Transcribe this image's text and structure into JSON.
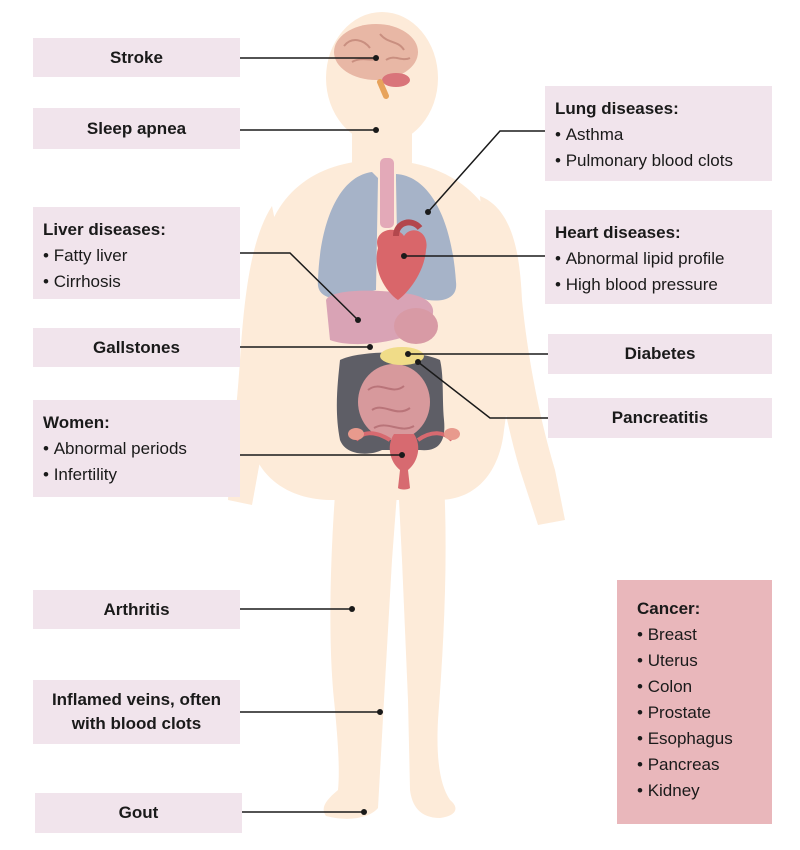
{
  "labels": {
    "stroke": "Stroke",
    "sleep_apnea": "Sleep apnea",
    "gallstones": "Gallstones",
    "arthritis": "Arthritis",
    "inflamed_veins": [
      "Inflamed veins, often",
      "with blood clots"
    ],
    "gout": "Gout",
    "diabetes": "Diabetes",
    "pancreatitis": "Pancreatitis"
  },
  "lists": {
    "liver": {
      "title": "Liver diseases:",
      "items": [
        "Fatty liver",
        "Cirrhosis"
      ]
    },
    "women": {
      "title": "Women:",
      "items": [
        "Abnormal periods",
        "Infertility"
      ]
    },
    "lung": {
      "title": "Lung diseases:",
      "items": [
        "Asthma",
        "Pulmonary blood clots"
      ]
    },
    "heart": {
      "title": "Heart diseases:",
      "items": [
        "Abnormal lipid profile",
        "High blood pressure"
      ]
    },
    "cancer": {
      "title": "Cancer:",
      "items": [
        "Breast",
        "Uterus",
        "Colon",
        "Prostate",
        "Esophagus",
        "Pancreas",
        "Kidney"
      ]
    }
  },
  "colors": {
    "box_bg": "#f1e4ec",
    "cancer_bg": "#e9b7bb",
    "body_fill": "#fdebd9",
    "lungs": "#a6b3c8",
    "heart": "#d9666a",
    "liver": "#d9a3b5",
    "pancreas": "#f0dc88",
    "colon": "#5e5e66",
    "intestine": "#d7999c",
    "uterus": "#d76a70",
    "brain": "#e8b7a5",
    "leader_line": "#1a1a1a"
  }
}
